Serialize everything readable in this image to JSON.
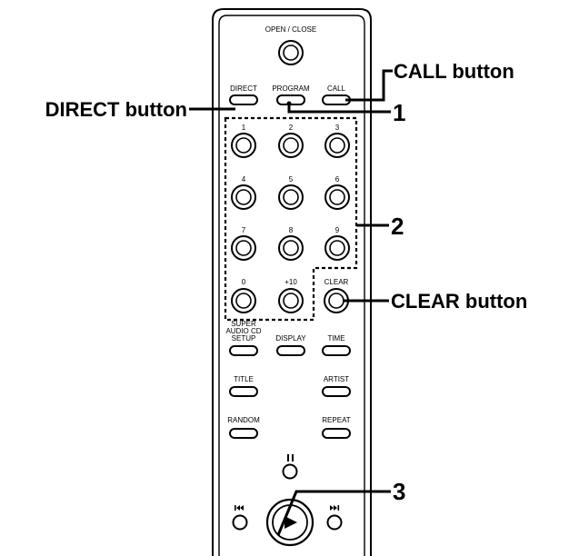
{
  "remote": {
    "open_close": "OPEN / CLOSE",
    "direct": "DIRECT",
    "program": "PROGRAM",
    "call": "CALL",
    "digits": [
      "1",
      "2",
      "3",
      "4",
      "5",
      "6",
      "7",
      "8",
      "9",
      "0",
      "+10"
    ],
    "clear": "CLEAR",
    "super_audio_cd_setup": [
      "SUPER",
      "AUDIO CD",
      "SETUP"
    ],
    "display": "DISPLAY",
    "time": "TIME",
    "title": "TITLE",
    "artist": "ARTIST",
    "random": "RANDOM",
    "repeat": "REPEAT",
    "pause_icon": "pause-icon",
    "play_icon": "play-icon",
    "prev_icon": "skip-back-icon",
    "next_icon": "skip-forward-icon"
  },
  "callouts": {
    "call_button": "CALL button",
    "direct_button": "DIRECT button",
    "clear_button": "CLEAR button",
    "step1": "1",
    "step2": "2",
    "step3": "3"
  }
}
